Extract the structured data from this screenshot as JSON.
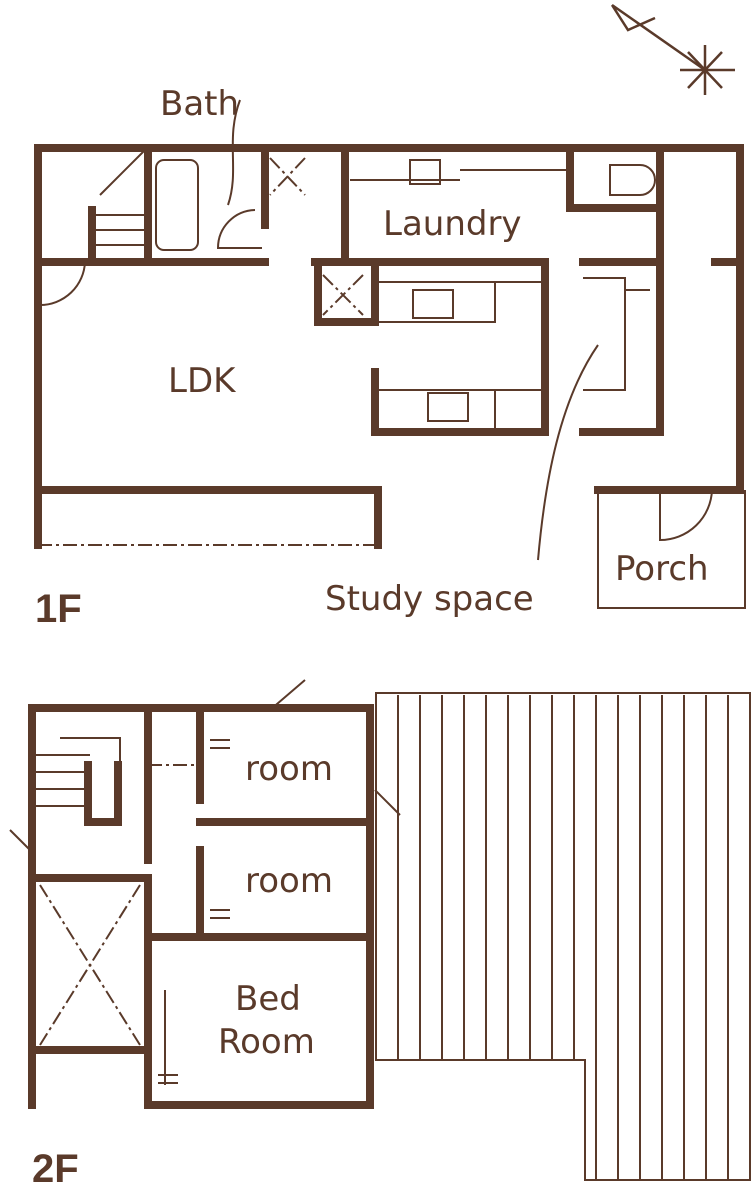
{
  "title": "Floor plan",
  "colors": {
    "ink": "#5a3a2a",
    "background": "#ffffff"
  },
  "floor1": {
    "label": "1F",
    "rooms": {
      "bath": "Bath",
      "laundry": "Laundry",
      "ldk": "LDK",
      "study": "Study space",
      "porch": "Porch"
    }
  },
  "floor2": {
    "label": "2F",
    "rooms": {
      "room1": "room",
      "room2": "room",
      "bed_line1": "Bed",
      "bed_line2": "Room"
    }
  },
  "compass": "north-arrow-icon"
}
